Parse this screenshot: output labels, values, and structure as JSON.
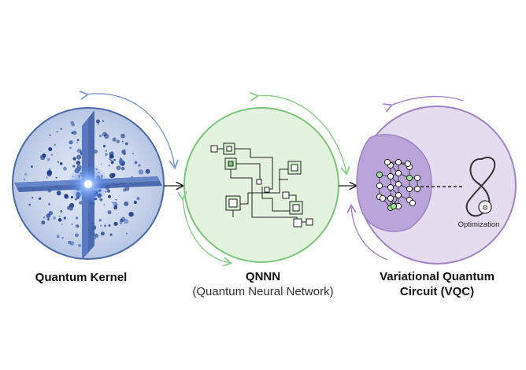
{
  "stages": [
    {
      "title": "Quantum Kernel",
      "subtitle": ""
    },
    {
      "title": "QNNN",
      "subtitle": "(Quantum Neural Network)"
    },
    {
      "title_line1": "Variational Quantum",
      "title_line2": "Circuit (VQC)"
    }
  ],
  "optimization_label": "Optimization",
  "colors": {
    "kernel_fill": "#c8d3ea",
    "kernel_stroke": "#4d6aa6",
    "qnnn_fill": "#e4f3df",
    "qnnn_stroke": "#7bc47a",
    "vqc_fill": "#e6dcf0",
    "vqc_stroke": "#9f83c3",
    "vqc_inner": "#b9a5d9",
    "cycle_blue": "#7d9ad0",
    "cycle_green": "#86cf86",
    "cycle_purple": "#a484cc"
  },
  "icons": [
    "cross-burst-icon",
    "circuit-icon",
    "neural-net-icon",
    "infinity-loop-icon",
    "gear-icon"
  ]
}
